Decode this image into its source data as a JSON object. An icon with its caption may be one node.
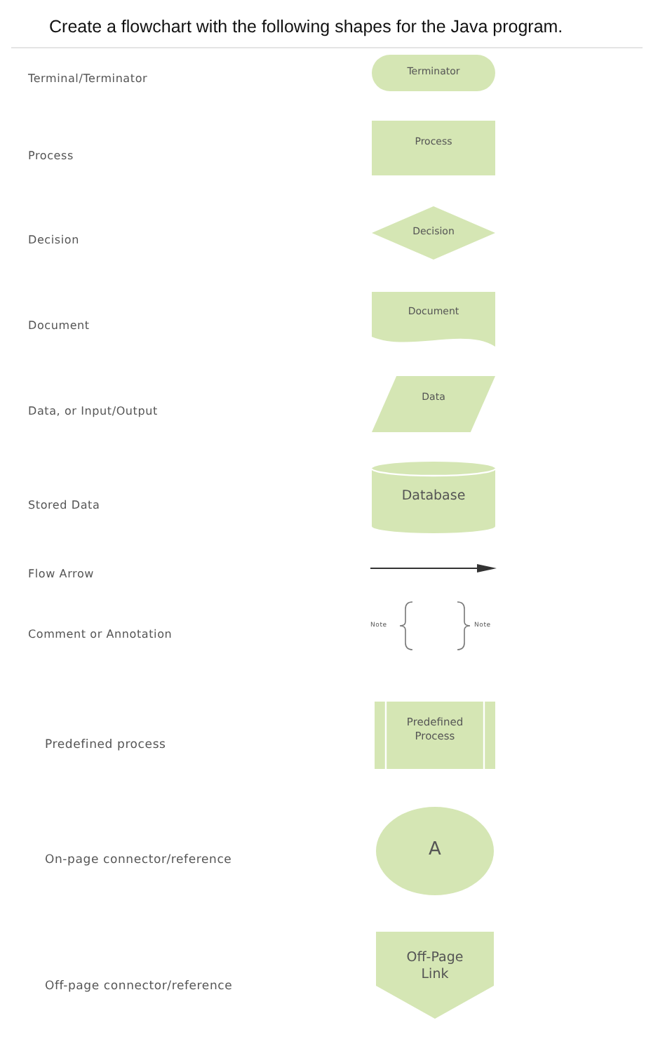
{
  "diagram": {
    "title": "Create a flowchart with the following shapes for the Java program.",
    "nodes": [
      {
        "text": [
          "Terminator"
        ]
      },
      {
        "text": [
          "Process"
        ]
      },
      {
        "text": [
          "Decision"
        ]
      },
      {
        "text": [
          "Document"
        ]
      },
      {
        "text": [
          "Data"
        ]
      },
      {
        "text": [
          "Database"
        ]
      },
      {
        "text": [
          "Predefined Process"
        ]
      },
      {
        "text": [
          "A"
        ]
      },
      {
        "text": [
          "Off-Page Link"
        ]
      }
    ],
    "labels": [
      "Terminal/Terminator",
      "Process",
      "Decision",
      "Document",
      "Data, or Input/Output",
      "Stored Data",
      "Flow Arrow",
      "Comment or Annotation",
      "Note",
      "Note",
      "Predefined process",
      "On-page connector/reference",
      "Off-page connector/reference"
    ]
  }
}
